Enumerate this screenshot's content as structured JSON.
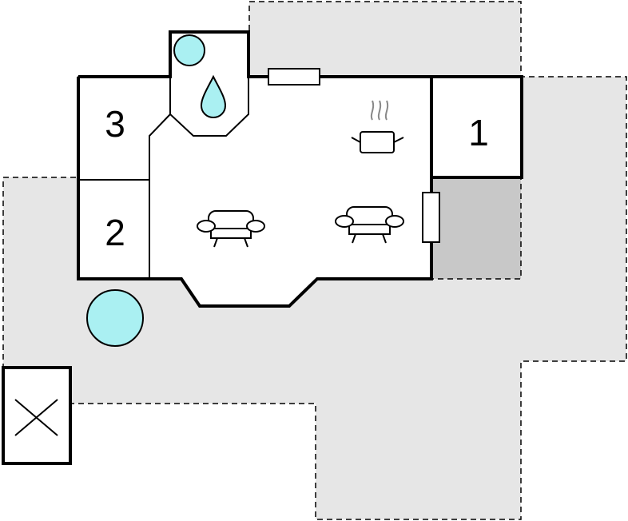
{
  "rooms": [
    {
      "id": "bedroom-1",
      "label": "1"
    },
    {
      "id": "bedroom-2",
      "label": "2"
    },
    {
      "id": "bedroom-3",
      "label": "3"
    }
  ],
  "colors": {
    "terrace": "#e6e6e6",
    "covered_terrace": "#c8c8c8",
    "wall": "#000000",
    "water": "#aaf0f2",
    "background": "#ffffff"
  },
  "icons": [
    "shower-icon",
    "water-drop-icon",
    "cooking-pot-icon",
    "sofa-icon",
    "sofa-icon",
    "pool-icon",
    "parking-icon"
  ]
}
